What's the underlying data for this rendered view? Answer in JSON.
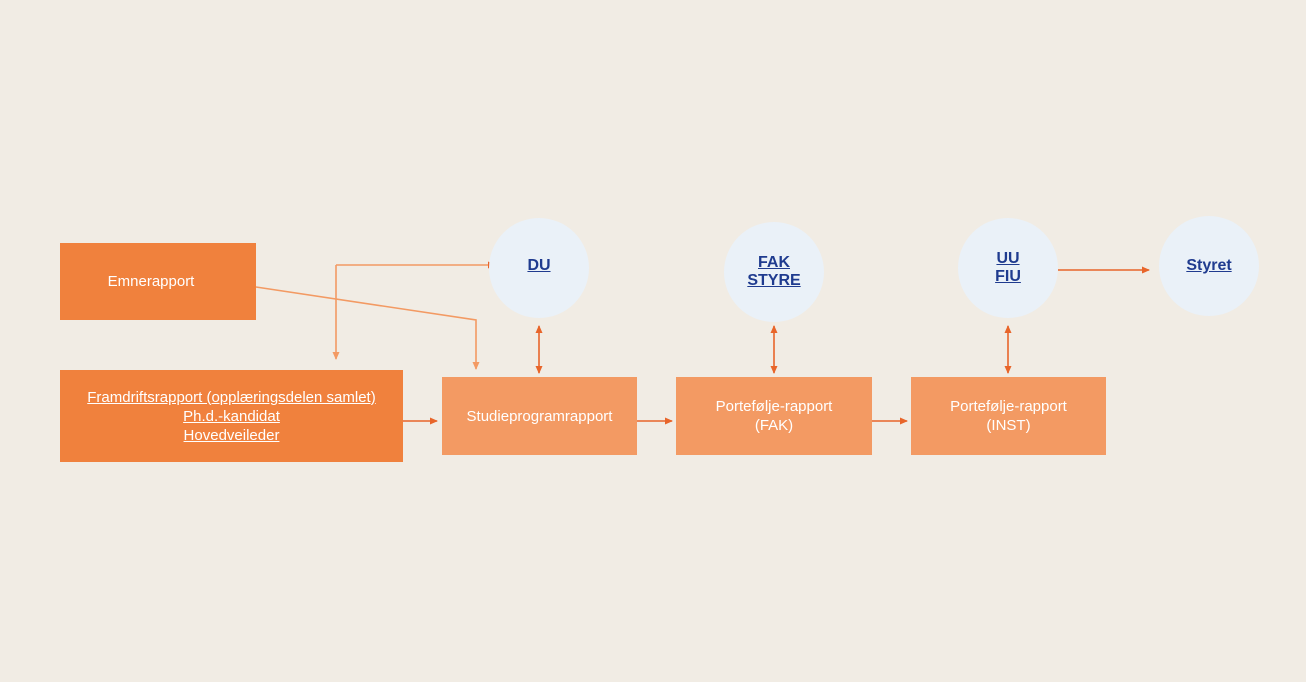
{
  "colors": {
    "background": "#f1ece4",
    "box_dark": "#f0813d",
    "box_light": "#f39a63",
    "arrow_dark": "#e8652a",
    "arrow_light": "#f39a63",
    "circle_fill": "#eaf1f8",
    "link_blue": "#1f3b8f"
  },
  "boxes": {
    "emnerapport": {
      "label": "Emnerapport"
    },
    "framdrift": {
      "lines": [
        "Framdriftsrapport (opplæringsdelen samlet)",
        "Ph.d.-kandidat",
        "Hovedveileder"
      ]
    },
    "studieprogram": {
      "label": "Studieprogramrapport"
    },
    "portefolje_fak": {
      "line1": "Portefølje-rapport",
      "line2": "(FAK)"
    },
    "portefolje_inst": {
      "line1": "Portefølje-rapport",
      "line2": "(INST)"
    }
  },
  "circles": {
    "du": {
      "lines": [
        "DU"
      ]
    },
    "fak_styre": {
      "lines": [
        "FAK",
        "STYRE"
      ]
    },
    "uu_fiu": {
      "lines": [
        "UU",
        "FIU"
      ]
    },
    "styret": {
      "lines": [
        "Styret"
      ]
    }
  }
}
